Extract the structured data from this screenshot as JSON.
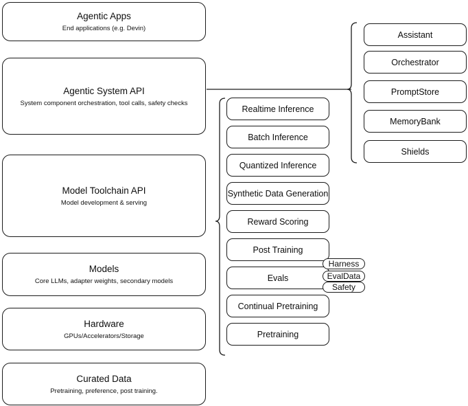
{
  "diagram": {
    "type": "layered-architecture-diagram",
    "background_color": "#ffffff",
    "stroke_color": "#1a1a1a",
    "text_color": "#0d0d0d",
    "stack": {
      "label": "left-layer-stack",
      "layers": [
        {
          "title": "Agentic Apps",
          "subtitle": "End applications (e.g. Devin)"
        },
        {
          "title": "Agentic System API",
          "subtitle": "System component orchestration, tool calls, safety checks"
        },
        {
          "title": "Model Toolchain API",
          "subtitle": "Model development & serving"
        },
        {
          "title": "Models",
          "subtitle": "Core LLMs, adapter weights, secondary models"
        },
        {
          "title": "Hardware",
          "subtitle": "GPUs/Accelerators/Storage"
        },
        {
          "title": "Curated Data",
          "subtitle": "Pretraining, preference, post training."
        }
      ]
    },
    "toolchain_components": {
      "label": "model-toolchain-api-components",
      "items": [
        "Realtime Inference",
        "Batch Inference",
        "Quantized Inference",
        "Synthetic Data Generation",
        "Reward Scoring",
        "Post Training",
        "Evals",
        "Continual Pretraining",
        "Pretraining"
      ]
    },
    "system_components": {
      "label": "agentic-system-api-components",
      "items": [
        "Assistant",
        "Orchestrator",
        "PromptStore",
        "MemoryBank",
        "Shields"
      ]
    },
    "evals_subcomponents": {
      "label": "evals-subcomponents",
      "items": [
        "Harness",
        "EvalData",
        "Safety"
      ]
    }
  }
}
